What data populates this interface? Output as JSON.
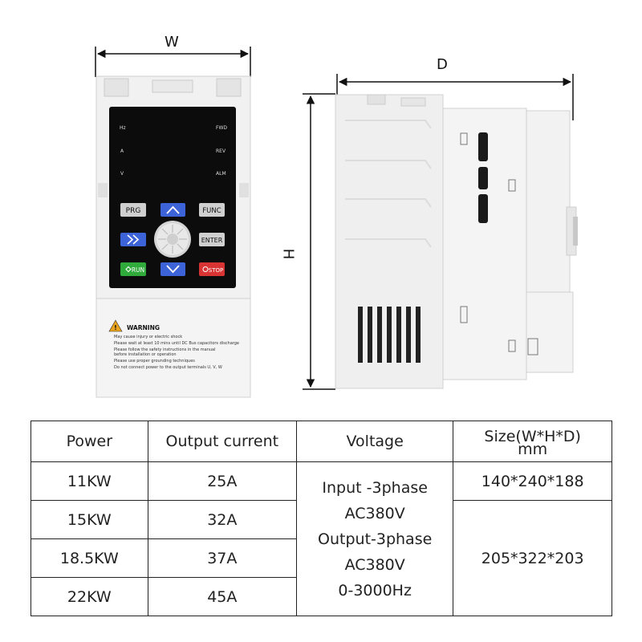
{
  "dimensions": {
    "w_label": "W",
    "d_label": "D",
    "h_label": "H"
  },
  "keypad": {
    "indicators_left": [
      "Hz",
      "A",
      "V"
    ],
    "indicators_right": [
      "FWD",
      "REV",
      "ALM"
    ],
    "buttons": {
      "prg": "PRG",
      "func": "FUNC",
      "enter": "ENTER",
      "run": "RUN",
      "stop": "STOP"
    }
  },
  "warning": {
    "title": "WARNING",
    "lines": [
      "May cause injury or electric shock",
      "Please wait at least 10 mins until DC Bus capacitors discharge",
      "Please follow the safety instructions in the manual",
      "before installation or operation",
      "Please use proper grounding techniques",
      "Do not connect power to the output terminals U, V, W"
    ]
  },
  "table": {
    "headers": {
      "power": "Power",
      "output_current": "Output current",
      "voltage": "Voltage",
      "size_line1": "Size(W*H*D)",
      "size_line2": "mm"
    },
    "rows": [
      {
        "power": "11KW",
        "current": "25A"
      },
      {
        "power": "15KW",
        "current": "32A"
      },
      {
        "power": "18.5KW",
        "current": "37A"
      },
      {
        "power": "22KW",
        "current": "45A"
      }
    ],
    "voltage_lines": [
      "Input -3phase",
      "AC380V",
      "Output-3phase",
      "AC380V",
      "0-3000Hz"
    ],
    "sizes": {
      "small": "140*240*188",
      "large": "205*322*203"
    }
  }
}
